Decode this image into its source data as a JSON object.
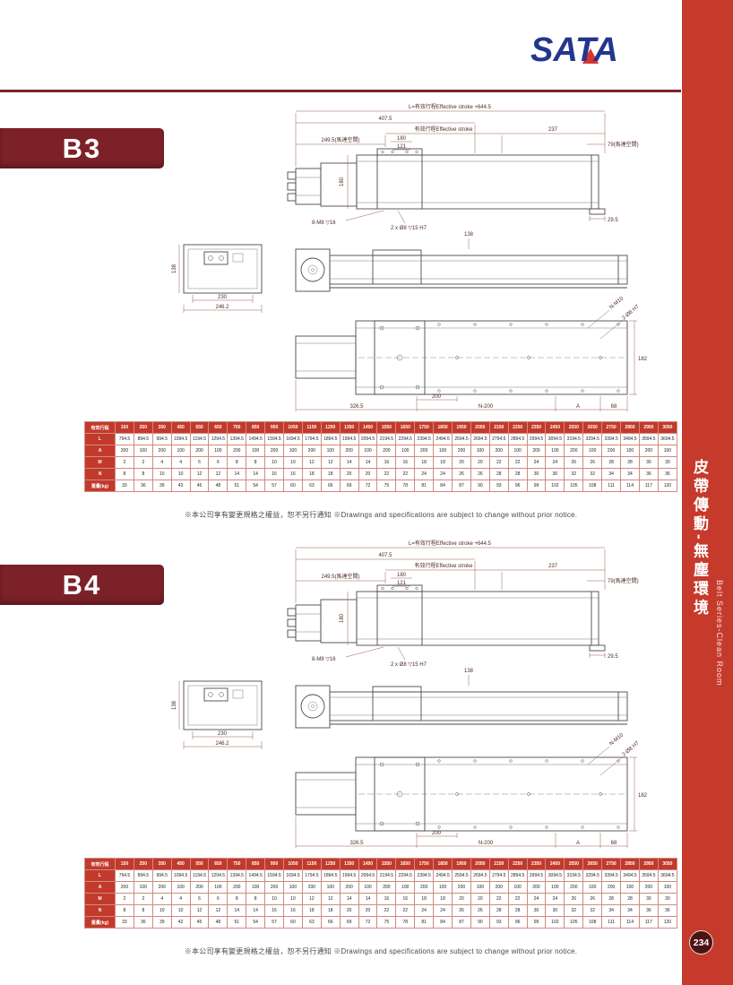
{
  "page": {
    "logo": {
      "text": "SATA"
    },
    "page_number": "234"
  },
  "sidebar": {
    "title_zh": "皮帶傳動-無塵環境",
    "title_en": "Belt Series-Clean Room"
  },
  "sections": [
    {
      "model": "B3"
    },
    {
      "model": "B4"
    }
  ],
  "disclaimer": "※本公司享有變更規格之權益，恕不另行通知 ※Drawings and specifications are subject to change without prior notice.",
  "drawing": {
    "overall_dim": "L=有效行程Effective stroke +644.5",
    "dim_407_5": "407.5",
    "stroke_dim": "有效行程Effective stroke",
    "dim_237": "237",
    "dim_249_5": "249.5(馬達空間)",
    "dim_79": "79(馬達空間)",
    "dim_180_top": "180",
    "dim_121": "121",
    "dim_180_side": "180",
    "note_8m8": "8-M8 ▽16",
    "note_2xo8": "2 x Ø8 ▽15 H7",
    "dim_29_5": "29.5",
    "dim_138_front": "138",
    "dim_138_end": "138",
    "dim_230": "230",
    "dim_246_2": "246.2",
    "callout_nm10": "N-M10",
    "callout_2o8h7": "2-Ø8 H7",
    "dim_182": "182",
    "dim_200": "200",
    "dim_n200": "N-200",
    "dim_326_5": "326.5",
    "dim_a": "A",
    "dim_68": "68"
  },
  "spec_table": {
    "row_headers": [
      "有效行程",
      "L",
      "A",
      "M",
      "N",
      "重量(kg)"
    ],
    "strokes": [
      "150",
      "250",
      "350",
      "450",
      "550",
      "650",
      "750",
      "850",
      "950",
      "1050",
      "1150",
      "1250",
      "1350",
      "1450",
      "1550",
      "1650",
      "1750",
      "1850",
      "1950",
      "2050",
      "2150",
      "2250",
      "2350",
      "2450",
      "2550",
      "2650",
      "2750",
      "2850",
      "2950",
      "3050"
    ],
    "rows": {
      "L": [
        "794.5",
        "894.5",
        "994.5",
        "1094.5",
        "1194.5",
        "1294.5",
        "1394.5",
        "1494.5",
        "1594.5",
        "1694.5",
        "1794.5",
        "1894.5",
        "1994.5",
        "2094.5",
        "2194.5",
        "2294.5",
        "2394.5",
        "2494.5",
        "2594.5",
        "2694.5",
        "2794.5",
        "2894.5",
        "2994.5",
        "3094.5",
        "3194.5",
        "3294.5",
        "3394.5",
        "3494.5",
        "3594.5",
        "3694.5"
      ],
      "A": [
        "200",
        "100",
        "200",
        "100",
        "200",
        "100",
        "200",
        "100",
        "200",
        "100",
        "200",
        "100",
        "200",
        "100",
        "200",
        "100",
        "200",
        "100",
        "200",
        "100",
        "200",
        "100",
        "200",
        "100",
        "200",
        "100",
        "200",
        "100",
        "200",
        "100"
      ],
      "M": [
        "2",
        "2",
        "4",
        "4",
        "6",
        "6",
        "8",
        "8",
        "10",
        "10",
        "12",
        "12",
        "14",
        "14",
        "16",
        "16",
        "18",
        "18",
        "20",
        "20",
        "22",
        "22",
        "24",
        "24",
        "26",
        "26",
        "28",
        "28",
        "30",
        "30"
      ],
      "N": [
        "8",
        "8",
        "10",
        "10",
        "12",
        "12",
        "14",
        "14",
        "16",
        "16",
        "18",
        "18",
        "20",
        "20",
        "22",
        "22",
        "24",
        "24",
        "26",
        "26",
        "28",
        "28",
        "30",
        "30",
        "32",
        "32",
        "34",
        "34",
        "36",
        "36"
      ],
      "weight": [
        "33",
        "36",
        "39",
        "42",
        "45",
        "48",
        "51",
        "54",
        "57",
        "60",
        "63",
        "66",
        "69",
        "72",
        "75",
        "78",
        "81",
        "84",
        "87",
        "90",
        "93",
        "96",
        "99",
        "102",
        "105",
        "108",
        "111",
        "114",
        "117",
        "120"
      ]
    }
  }
}
